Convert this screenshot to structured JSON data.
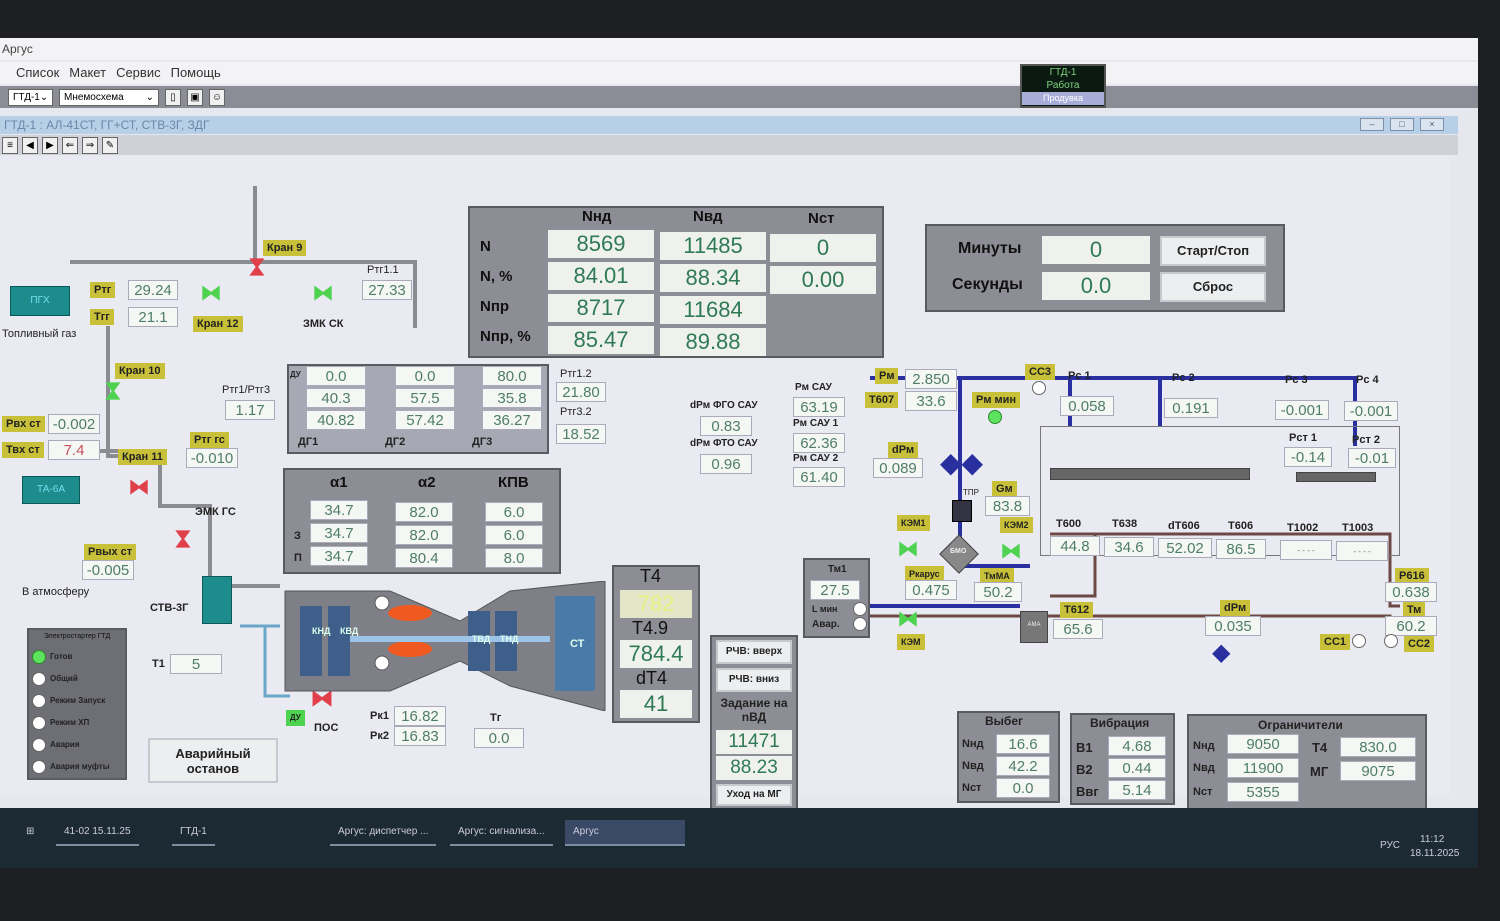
{
  "app": {
    "title": "Аргус",
    "menu": [
      "Список",
      "Макет",
      "Сервис",
      "Помощь"
    ],
    "unit_select": "ГТД-1",
    "view_select": "Мнемосхема"
  },
  "status": {
    "unit": "ГТД-1",
    "state": "Работа",
    "mode": "Продувка"
  },
  "window": {
    "title": "ГТД-1 : АЛ-41СТ, ГГ+СТ, СТВ-3Г, ЗДГ"
  },
  "speeds": {
    "cols": [
      "Nнд",
      "Nвд",
      "Nст"
    ],
    "rows": [
      {
        "label": "N",
        "values": [
          "8569",
          "11485",
          "0"
        ]
      },
      {
        "label": "N, %",
        "values": [
          "84.01",
          "88.34",
          "0.00"
        ]
      },
      {
        "label": "Nпр",
        "values": [
          "8717",
          "11684",
          ""
        ]
      },
      {
        "label": "Nпр, %",
        "values": [
          "85.47",
          "89.88",
          ""
        ]
      }
    ]
  },
  "timer": {
    "minutes_label": "Минуты",
    "minutes": "0",
    "seconds_label": "Секунды",
    "seconds": "0.0",
    "start_stop": "Старт/Стоп",
    "reset": "Сброс"
  },
  "fuel": {
    "pgh": "ПГХ",
    "fuel_gas": "Топливный газ",
    "rtg_label": "Ртг",
    "rtg": "29.24",
    "tgg_label": "Тгг",
    "tgg": "21.1",
    "kran9": "Кран 9",
    "kran12": "Кран 12",
    "zmk_sk": "ЗМК СК",
    "rtg11_label": "Ртг1.1",
    "rtg11": "27.33",
    "rtg1_3_label": "Ртг1/Ртг3",
    "rtg1_3": "1.17",
    "rtg12_label": "Ртг1.2",
    "rtg12": "21.80",
    "rtg32_label": "Ртг3.2",
    "rtg32": "18.52"
  },
  "dg": [
    {
      "name": "ДГ1",
      "du": "0.0",
      "z": "40.3",
      "p": "40.82"
    },
    {
      "name": "ДГ2",
      "du": "0.0",
      "z": "57.5",
      "p": "57.42"
    },
    {
      "name": "ДГ3",
      "du": "80.0",
      "z": "35.8",
      "p": "36.27"
    }
  ],
  "dg_row_labels": [
    "ДУ",
    "З",
    "П"
  ],
  "alpha": {
    "cols": [
      "α1",
      "α2",
      "КПВ"
    ],
    "row_labels": [
      "",
      "З",
      "П"
    ],
    "rows": [
      [
        "34.7",
        "82.0",
        "6.0"
      ],
      [
        "34.7",
        "82.0",
        "6.0"
      ],
      [
        "34.7",
        "80.4",
        "8.0"
      ]
    ]
  },
  "start": {
    "kran10": "Кран 10",
    "kran11": "Кран 11",
    "rvh_label": "Рвх ст",
    "rvh": "-0.002",
    "tvh_label": "Твх ст",
    "tvh": "7.4",
    "ta6a": "ТА-6А",
    "rtg_gs_label": "Ртг гс",
    "rtg_gs": "-0.010",
    "emk_gs": "ЭМК ГС",
    "rvyh_label": "Рвых ст",
    "rvyh": "-0.005",
    "atm": "В атмосферу",
    "stv": "СТВ-3Г"
  },
  "starter": {
    "title": "Электростартер ГТД",
    "items": [
      {
        "label": "Готов",
        "on": true
      },
      {
        "label": "Общий",
        "on": false
      },
      {
        "label": "Режим Запуск",
        "on": false
      },
      {
        "label": "Режим ХП",
        "on": false
      },
      {
        "label": "Авария",
        "on": false
      },
      {
        "label": "Авария муфты",
        "on": false
      }
    ]
  },
  "inlet": {
    "t1_label": "Т1",
    "t1": "5",
    "pos": "ПОС",
    "du": "ДУ",
    "rk1_label": "Рк1",
    "rk1": "16.82",
    "rk2_label": "Рк2",
    "rk2": "16.83",
    "tg_label": "Тг",
    "tg": "0.0"
  },
  "emergency_stop": "Аварийный останов",
  "engine": {
    "stages": [
      "КНД",
      "КВД",
      "ТВД",
      "ТНД"
    ],
    "st": "СТ"
  },
  "t4": {
    "t4_label": "T4",
    "t4": "782",
    "t49_label": "T4.9",
    "t49": "784.4",
    "dt4_label": "dT4",
    "dt4": "41"
  },
  "rchv": {
    "up": "РЧВ: вверх",
    "down": "РЧВ: вниз",
    "task_label": "Задание на nВД",
    "task_rpm": "11471",
    "task_pct": "88.23",
    "idle": "Уход на МГ"
  },
  "oil": {
    "dpm_fgo_label": "dPм ФГО САУ",
    "dpm_fgo": "0.83",
    "dpm_fto_label": "dPм ФТО САУ",
    "dpm_fto": "0.96",
    "rm_sau_label": "Рм САУ",
    "rm_sau": "63.19",
    "rm_sau1_label": "Рм САУ 1",
    "rm_sau1": "62.36",
    "rm_sau2_label": "Рм САУ 2",
    "rm_sau2": "61.40",
    "rm_label": "Рм",
    "rm": "2.850",
    "t607_label": "Т607",
    "t607": "33.6",
    "rm_min": "Рм мин",
    "cc3": "СС3",
    "dpm_label": "dPм",
    "dpm": "0.089",
    "tpr": "ТПР",
    "gm_label": "Gм",
    "gm": "83.8",
    "kem1": "КЭМ1",
    "kem2": "КЭМ2",
    "bmo": "БМО",
    "rkarus_label": "Ркарус",
    "rkarus": "0.475",
    "tmma_label": "ТмМА",
    "tmma": "50.2",
    "tm1_label": "Тм1",
    "tm1": "27.5",
    "lmin": "L мин",
    "avar": "Авар.",
    "kem": "КЭМ",
    "ama": "АМА",
    "t612_label": "Т612",
    "t612": "65.6",
    "dpm2_label": "dPм",
    "dpm2": "0.035",
    "p616_label": "Р616",
    "p616": "0.638",
    "tm_label": "Тм",
    "tm": "60.2",
    "cc1": "СС1",
    "cc2": "СС2"
  },
  "bearings": {
    "pc": [
      {
        "label": "Рс 1",
        "value": "0.058"
      },
      {
        "label": "Рс 2",
        "value": "0.191"
      },
      {
        "label": "Рс 3",
        "value": "-0.001"
      },
      {
        "label": "Рс 4",
        "value": "-0.001"
      }
    ],
    "pst": [
      {
        "label": "Рст 1",
        "value": "-0.14"
      },
      {
        "label": "Рст 2",
        "value": "-0.01"
      }
    ],
    "temps": [
      {
        "label": "Т600",
        "value": "44.8"
      },
      {
        "label": "Т638",
        "value": "34.6"
      },
      {
        "label": "dТ606",
        "value": "52.02"
      },
      {
        "label": "Т606",
        "value": "86.5"
      },
      {
        "label": "Т1002",
        "value": "- - - -"
      },
      {
        "label": "Т1003",
        "value": "- - - -"
      }
    ]
  },
  "coast": {
    "title": "Выбег",
    "rows": [
      {
        "label": "Nнд",
        "value": "16.6"
      },
      {
        "label": "Nвд",
        "value": "42.2"
      },
      {
        "label": "Nст",
        "value": "0.0"
      }
    ]
  },
  "vibration": {
    "title": "Вибрация",
    "rows": [
      {
        "label": "В1",
        "value": "4.68"
      },
      {
        "label": "В2",
        "value": "0.44"
      },
      {
        "label": "Ввг",
        "value": "5.14"
      }
    ]
  },
  "limits": {
    "title": "Ограничители",
    "left": [
      {
        "label": "Nнд",
        "value": "9050"
      },
      {
        "label": "Nвд",
        "value": "11900"
      },
      {
        "label": "Nст",
        "value": "5355"
      }
    ],
    "right": [
      {
        "label": "Т4",
        "value": "830.0"
      },
      {
        "label": "МГ",
        "value": "9075"
      }
    ]
  },
  "taskbar": {
    "items": [
      "41-02 15.11.25",
      "ГТД-1",
      "Аргус: диспетчер ...",
      "Аргус: сигнализа...",
      "Аргус"
    ],
    "lang": "РУС",
    "time": "11:12",
    "date": "18.11.2025"
  },
  "colors": {
    "valve_open": "#4fd24f",
    "valve_closed": "#e0404a",
    "oil_line": "#2a2fa0",
    "accent_tag": "#c8c038",
    "value_text": "#4f7d6c"
  }
}
